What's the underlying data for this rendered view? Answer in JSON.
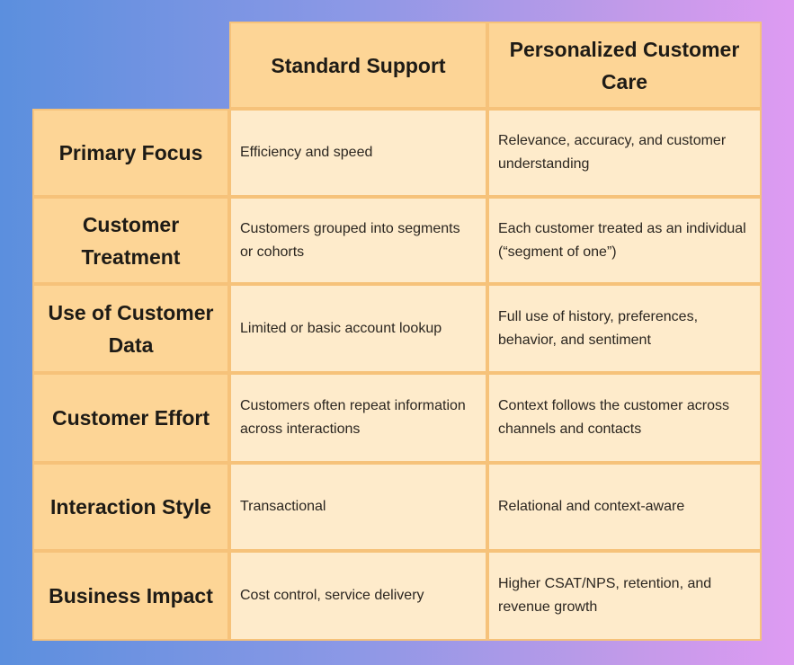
{
  "table": {
    "headers": [
      "Standard Support",
      "Personalized Customer Care"
    ],
    "rows": [
      {
        "label": "Primary Focus",
        "standard": "Efficiency and speed",
        "personalized": "Relevance, accuracy, and customer understanding"
      },
      {
        "label": "Customer Treatment",
        "standard": "Customers grouped into segments or cohorts",
        "personalized": "Each customer treated as an individual (“segment of one”)"
      },
      {
        "label": "Use of Customer Data",
        "standard": "Limited or basic account lookup",
        "personalized": "Full use of history, preferences, behavior, and sentiment"
      },
      {
        "label": "Customer Effort",
        "standard": "Customers often repeat information across interactions",
        "personalized": "Context follows the customer across channels and contacts"
      },
      {
        "label": "Interaction Style",
        "standard": "Transactional",
        "personalized": "Relational and context-aware"
      },
      {
        "label": "Business Impact",
        "standard": "Cost control, service delivery",
        "personalized": "Higher CSAT/NPS, retention, and revenue growth"
      }
    ]
  },
  "colors": {
    "header_fill": "#fdd596",
    "cell_fill": "#feebcb",
    "border": "#f6c27a"
  }
}
